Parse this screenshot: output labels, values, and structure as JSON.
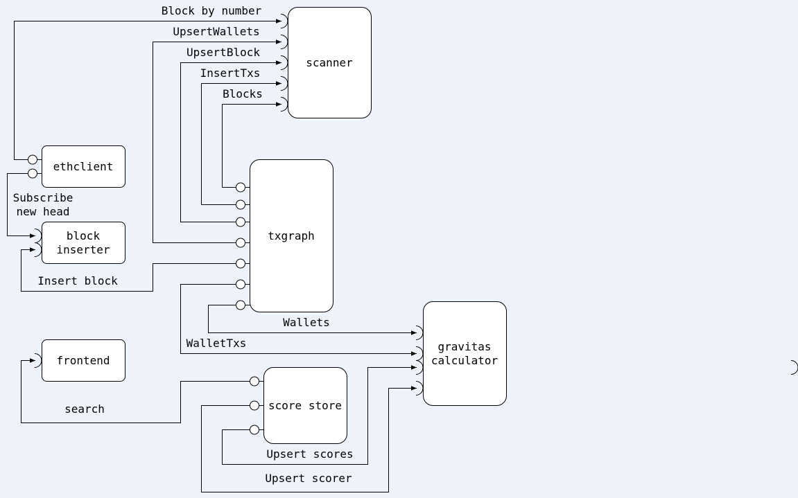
{
  "components": {
    "scanner": "scanner",
    "ethclient": "ethclient",
    "block_inserter": [
      "block",
      "inserter"
    ],
    "txgraph": "txgraph",
    "frontend": "frontend",
    "gravitas_calculator": [
      "gravitas",
      "calculator"
    ],
    "score_store": "score store"
  },
  "connections": {
    "block_by_number": "Block by number",
    "upsert_wallets": "UpsertWallets",
    "upsert_block": "UpsertBlock",
    "insert_txs": "InsertTxs",
    "blocks": "Blocks",
    "subscribe_new_head": [
      "Subscribe",
      "new head"
    ],
    "insert_block": "Insert block",
    "wallets": "Wallets",
    "wallet_txs": "WalletTxs",
    "search": "search",
    "upsert_scores": "Upsert scores",
    "upsert_scorer": "Upsert scorer"
  }
}
